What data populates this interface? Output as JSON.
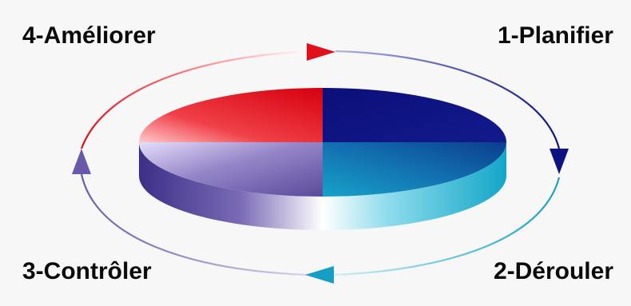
{
  "steps": {
    "plan": {
      "label": "1-Planifier"
    },
    "do": {
      "label": "2-Dérouler"
    },
    "check": {
      "label": "3-Contrôler"
    },
    "act": {
      "label": "4-Améliorer"
    }
  },
  "colors": {
    "plan": "#0d1280",
    "do": "#159fc4",
    "check": "#6a58a8",
    "act": "#e0101c",
    "background": "#f7f7f7",
    "text": "#0a0a0a"
  }
}
